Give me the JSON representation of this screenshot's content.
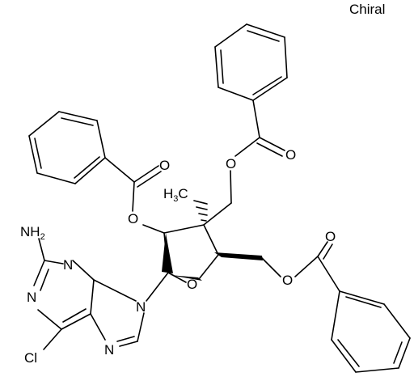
{
  "chirality_label": "Chiral",
  "atoms": {
    "amine": "NH",
    "amine_sub": "2",
    "n_pyr_top": "N",
    "n_pyr_left": "N",
    "n9": "N",
    "n7": "N",
    "chloro": "Cl",
    "o_ring": "O",
    "o_2_ester": "O",
    "o_2_carbonyl": "O",
    "o_cme_ester": "O",
    "o_cme_carbonyl": "O",
    "o_5_ester": "O",
    "o_5_carbonyl": "O",
    "methyl": "H",
    "methyl_sub": "3",
    "methyl_c": "C"
  },
  "colors": {
    "bond": "#000000",
    "text": "#000000",
    "background": "#ffffff"
  }
}
